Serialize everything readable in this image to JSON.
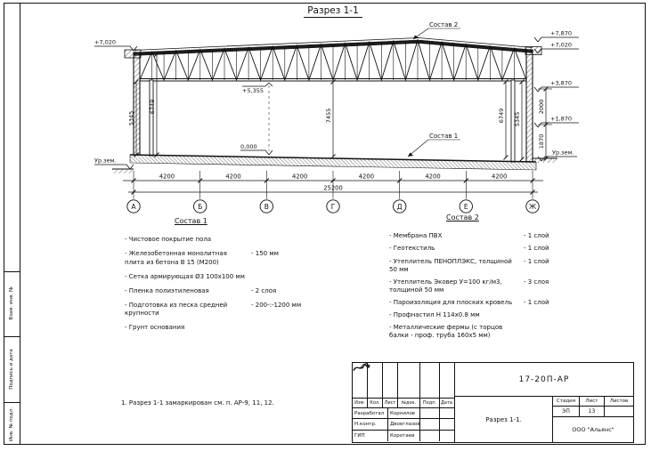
{
  "sheet": {
    "title": "Разрез 1-1",
    "side_labels": [
      "Взам. инв. №",
      "Подпись и дата",
      "Инв. № подл."
    ]
  },
  "drawing": {
    "axes": [
      "А",
      "Б",
      "В",
      "Г",
      "Д",
      "Е",
      "Ж"
    ],
    "span_dims": [
      "4200",
      "4200",
      "4200",
      "4200",
      "4200",
      "4200"
    ],
    "total_dim": "25200",
    "vertical_dims": [
      "5345",
      "6749",
      "7455",
      "6749",
      "5345"
    ],
    "right_dims": [
      "2000",
      "1870"
    ],
    "elev_left_top": "+7,020",
    "elev_left_ground": "Ур.зем.",
    "elev_right_1": "+7,870",
    "elev_right_2": "+7,020",
    "elev_right_3": "+3,870",
    "elev_right_4": "+1,870",
    "elev_right_ground": "Ур.зем.",
    "elev_bottom_chord": "+5,355",
    "elev_floor": "0,000",
    "label_sostav1": "Состав 1",
    "label_sostav2": "Состав 2"
  },
  "sostav1": {
    "title": "Состав 1",
    "items": [
      {
        "text": "- Чистовое покрытие пола",
        "value": ""
      },
      {
        "text": "- Железобетонная  монолитная плита из бетона В 15 (М200)",
        "value": "- 150 мм"
      },
      {
        "text": "- Сетка армирующая Ø3 100x100 мм",
        "value": ""
      },
      {
        "text": "- Пленка полиэтиленовая",
        "value": "- 2 слоя"
      },
      {
        "text": "- Подготовка из песка средней крупности",
        "value": "- 200-:-1200 мм"
      },
      {
        "text": "- Грунт основания",
        "value": ""
      }
    ]
  },
  "sostav2": {
    "title": "Состав 2",
    "items": [
      {
        "text": "- Мембрана ПВХ",
        "value": "- 1 слой"
      },
      {
        "text": "- Геотекстиль",
        "value": "- 1 слой"
      },
      {
        "text": "- Утеплитель ПЕНОПЛЭКС, толщиной 50 мм",
        "value": "- 1 слой"
      },
      {
        "text": "- Утеплитель Эковер У=100 кг/м3, толщиной 50 мм",
        "value": "- 3 слоя"
      },
      {
        "text": "- Пароизоляция для плоских кровель",
        "value": "- 1 слой"
      },
      {
        "text": "- Профнастил Н 114x0.8 мм",
        "value": ""
      },
      {
        "text": "- Металлические фермы (с торцов балки - проф. труба 160x5 мм)",
        "value": ""
      }
    ]
  },
  "note": "1. Разрез 1-1 замаркирован см. п. АР-9, 11, 12.",
  "stamp": {
    "doc_number": "17-20П-АР",
    "header_cols": [
      "Изм.",
      "Кол.",
      "Лист",
      "№док.",
      "Подп.",
      "Дата"
    ],
    "rows": [
      {
        "role": "Разработал",
        "name": "Корнилов"
      },
      {
        "role": "Н.контр.",
        "name": "Двоеглазов"
      },
      {
        "role": "ГИП",
        "name": "Коротаев"
      }
    ],
    "stage_label": "Стадия",
    "sheet_label": "Лист",
    "sheets_label": "Листов",
    "stage": "ЭП",
    "sheet_no": "13",
    "sheets_total": "",
    "drawing_title": "Разрез 1-1.",
    "company": "ООО \"Альянс\""
  }
}
